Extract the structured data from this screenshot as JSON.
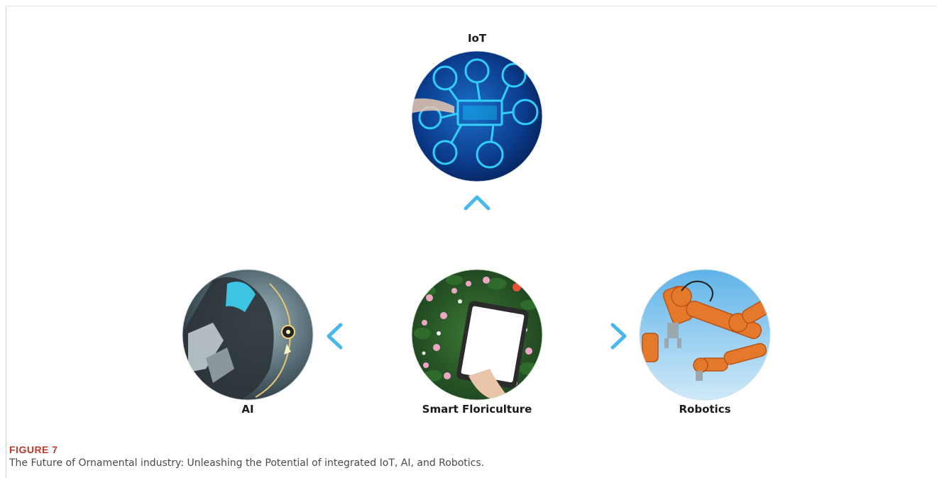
{
  "nodes": {
    "iot": {
      "label": "IoT"
    },
    "ai": {
      "label": "AI"
    },
    "center": {
      "label": "Smart Floriculture"
    },
    "robotics": {
      "label": "Robotics"
    }
  },
  "figure": {
    "number": "FIGURE 7",
    "caption": "The Future of Ornamental industry: Unleashing the Potential of integrated IoT, AI, and Robotics."
  },
  "colors": {
    "arrow_start": "#f07ae0",
    "arrow_end": "#4ab8ee",
    "title_red": "#c0392b"
  }
}
